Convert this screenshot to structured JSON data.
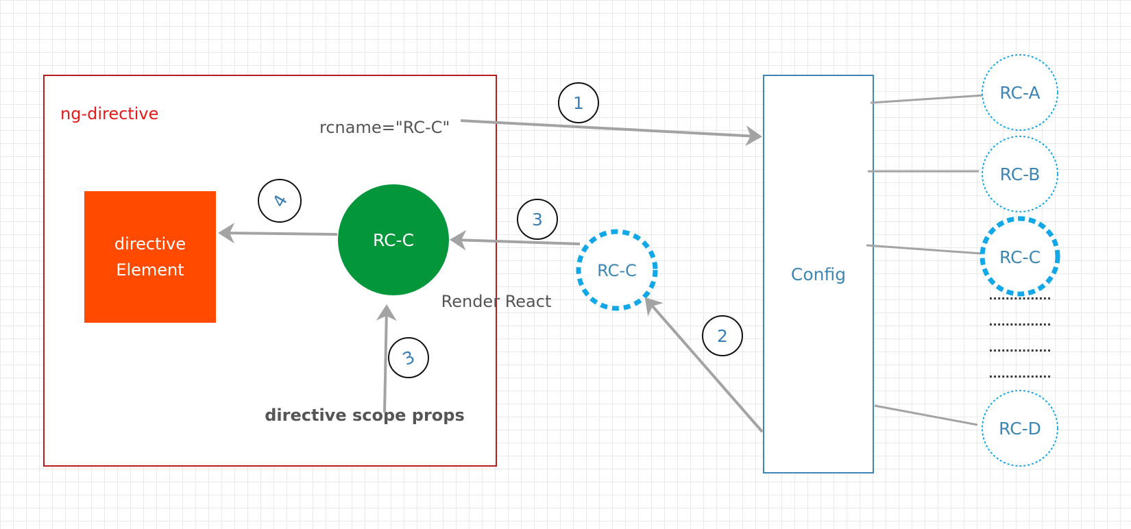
{
  "container": {
    "label": "ng-directive",
    "attribute_text": "rcname=\"RC-C\""
  },
  "directive_element": {
    "line1": "directive",
    "line2": "Element"
  },
  "rendered_component": {
    "label": "RC-C"
  },
  "scope_props_label": "directive scope props",
  "render_label": "Render React",
  "loaded_component": {
    "label": "RC-C"
  },
  "config": {
    "label": "Config"
  },
  "registry": {
    "items": [
      "RC-A",
      "RC-B",
      "RC-C",
      "RC-D"
    ],
    "ellipsis": "..............."
  },
  "steps": {
    "one": "1",
    "two": "2",
    "three_top": "3",
    "three_bottom": "3",
    "four": "4"
  },
  "colors": {
    "container_border": "#b71c1c",
    "container_label": "#e31b1b",
    "directive_fill": "#ff4a00",
    "component_fill": "#04963a",
    "dashed_blue": "#12a8e8",
    "config_blue": "#3d86b3",
    "arrow_gray": "#a3a3a3",
    "step_text": "#3a7fb4"
  }
}
